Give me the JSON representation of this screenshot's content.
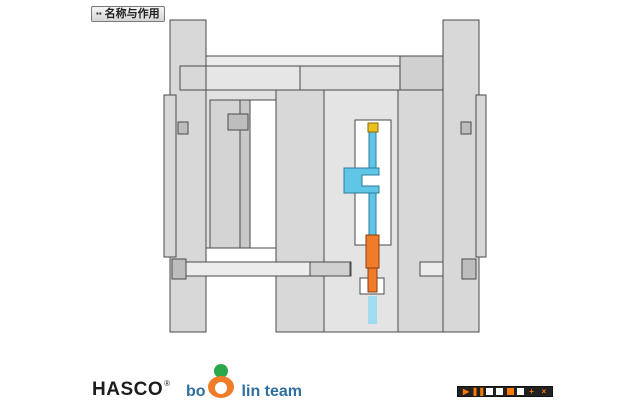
{
  "title": "名称与作用",
  "brand": {
    "hasco": "HASCO",
    "registered": "®",
    "team_left": "bo",
    "team_right": "lin team"
  },
  "controls": [
    {
      "name": "play-button",
      "glyph": "▶"
    },
    {
      "name": "pause-button",
      "glyph": "❚❚"
    },
    {
      "name": "stop-button",
      "glyph": ""
    },
    {
      "name": "step-1-button",
      "glyph": ""
    },
    {
      "name": "step-2-button",
      "glyph": ""
    },
    {
      "name": "step-3-button",
      "glyph": ""
    },
    {
      "name": "zoom-in-button",
      "glyph": "+"
    },
    {
      "name": "close-button",
      "glyph": "×"
    }
  ],
  "colors": {
    "plate": "#d8d8d8",
    "outline": "#4a4a4a",
    "coolant": "#5fc6e6",
    "nozzle": "#f07c2a",
    "gate": "#e8c020",
    "controls_accent": "#ff7a00"
  }
}
